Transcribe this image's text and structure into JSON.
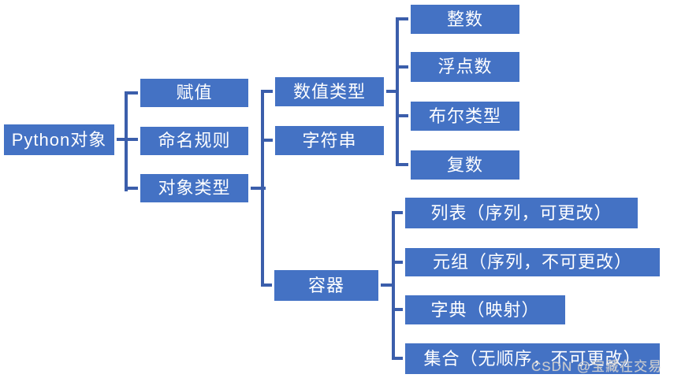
{
  "colors": {
    "node_fill": "#4472C4",
    "node_border": "#FFFFFF",
    "connector": "#3B5EAB",
    "node_text": "#FFFFFF",
    "background": "#FFFFFF",
    "watermark": "#CCCCCC"
  },
  "nodes": {
    "root": {
      "label": "Python对象"
    },
    "assignment": {
      "label": "赋值"
    },
    "naming": {
      "label": "命名规则"
    },
    "objtype": {
      "label": "对象类型"
    },
    "numeric": {
      "label": "数值类型"
    },
    "string": {
      "label": "字符串"
    },
    "container": {
      "label": "容器"
    },
    "integer": {
      "label": "整数"
    },
    "float": {
      "label": "浮点数"
    },
    "boolean": {
      "label": "布尔类型"
    },
    "complex": {
      "label": "复数"
    },
    "list": {
      "label": "列表（序列，可更改）"
    },
    "tuple": {
      "label": "元组（序列，不可更改）"
    },
    "dict": {
      "label": "字典（映射）"
    },
    "set": {
      "label": "集合（无顺序，不可更改）"
    }
  },
  "hierarchy": {
    "root": "Python对象",
    "children": [
      {
        "label": "赋值"
      },
      {
        "label": "命名规则"
      },
      {
        "label": "对象类型",
        "children": [
          {
            "label": "数值类型",
            "children": [
              "整数",
              "浮点数",
              "布尔类型",
              "复数"
            ]
          },
          {
            "label": "字符串"
          },
          {
            "label": "容器",
            "children": [
              "列表（序列，可更改）",
              "元组（序列，不可更改）",
              "字典（映射）",
              "集合（无顺序，不可更改）"
            ]
          }
        ]
      }
    ]
  },
  "watermark": {
    "text": "CSDN @宝藏在交易"
  }
}
